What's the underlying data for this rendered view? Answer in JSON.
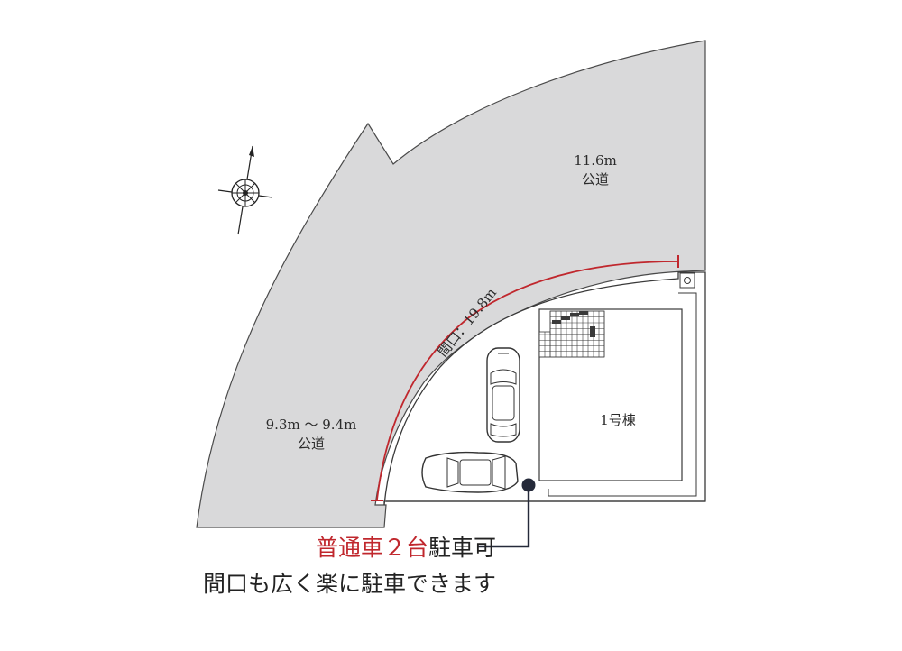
{
  "colors": {
    "road": "#d9d9da",
    "outline": "#3a3a3a",
    "frontage": "#c0272d",
    "marker": "#252a3a",
    "highlight": "#c0272d"
  },
  "roads": {
    "north": {
      "width": "11.6m",
      "type": "公道"
    },
    "west": {
      "width": "9.3m 〜 9.4m",
      "type": "公道"
    }
  },
  "frontage": {
    "label": "間口：19.8m"
  },
  "building": {
    "label": "1号棟"
  },
  "compass": {
    "icon": "north-arrow-compass-icon"
  },
  "cars": {
    "count": 2,
    "icons": [
      "car-top-view-icon",
      "car-top-view-icon"
    ]
  },
  "caption": {
    "highlight": "普通車２台",
    "rest": "駐車可",
    "line2": "間口も広く楽に駐車できます"
  }
}
